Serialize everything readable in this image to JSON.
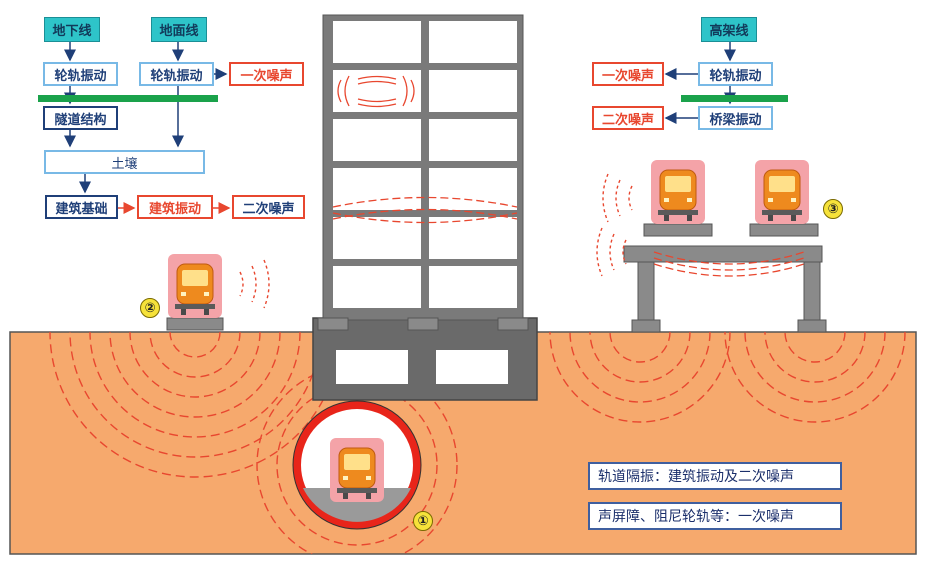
{
  "flow_left": {
    "underground": "地下线",
    "ground": "地面线",
    "rail_vibration_1": "轮轨振动",
    "rail_vibration_2": "轮轨振动",
    "primary_noise": "一次噪声",
    "tunnel_structure": "隧道结构",
    "soil": "土壤",
    "building_foundation": "建筑基础",
    "building_vibration": "建筑振动",
    "secondary_noise": "二次噪声"
  },
  "flow_right": {
    "elevated": "高架线",
    "rail_vibration": "轮轨振动",
    "primary_noise": "一次噪声",
    "bridge_vibration": "桥梁振动",
    "secondary_noise": "二次噪声"
  },
  "markers": {
    "m1": "①",
    "m2": "②",
    "m3": "③"
  },
  "notes": {
    "track_isolation": "轨道隔振：建筑振动及二次噪声",
    "barrier": "声屏障、阻尼轮轨等：一次噪声"
  },
  "colors": {
    "ground": "#f6a96d",
    "wave": "#e8472f",
    "teal": "#2ec4c9",
    "green_bar": "#1aa24b",
    "structure_gray": "#5f5f5f"
  }
}
